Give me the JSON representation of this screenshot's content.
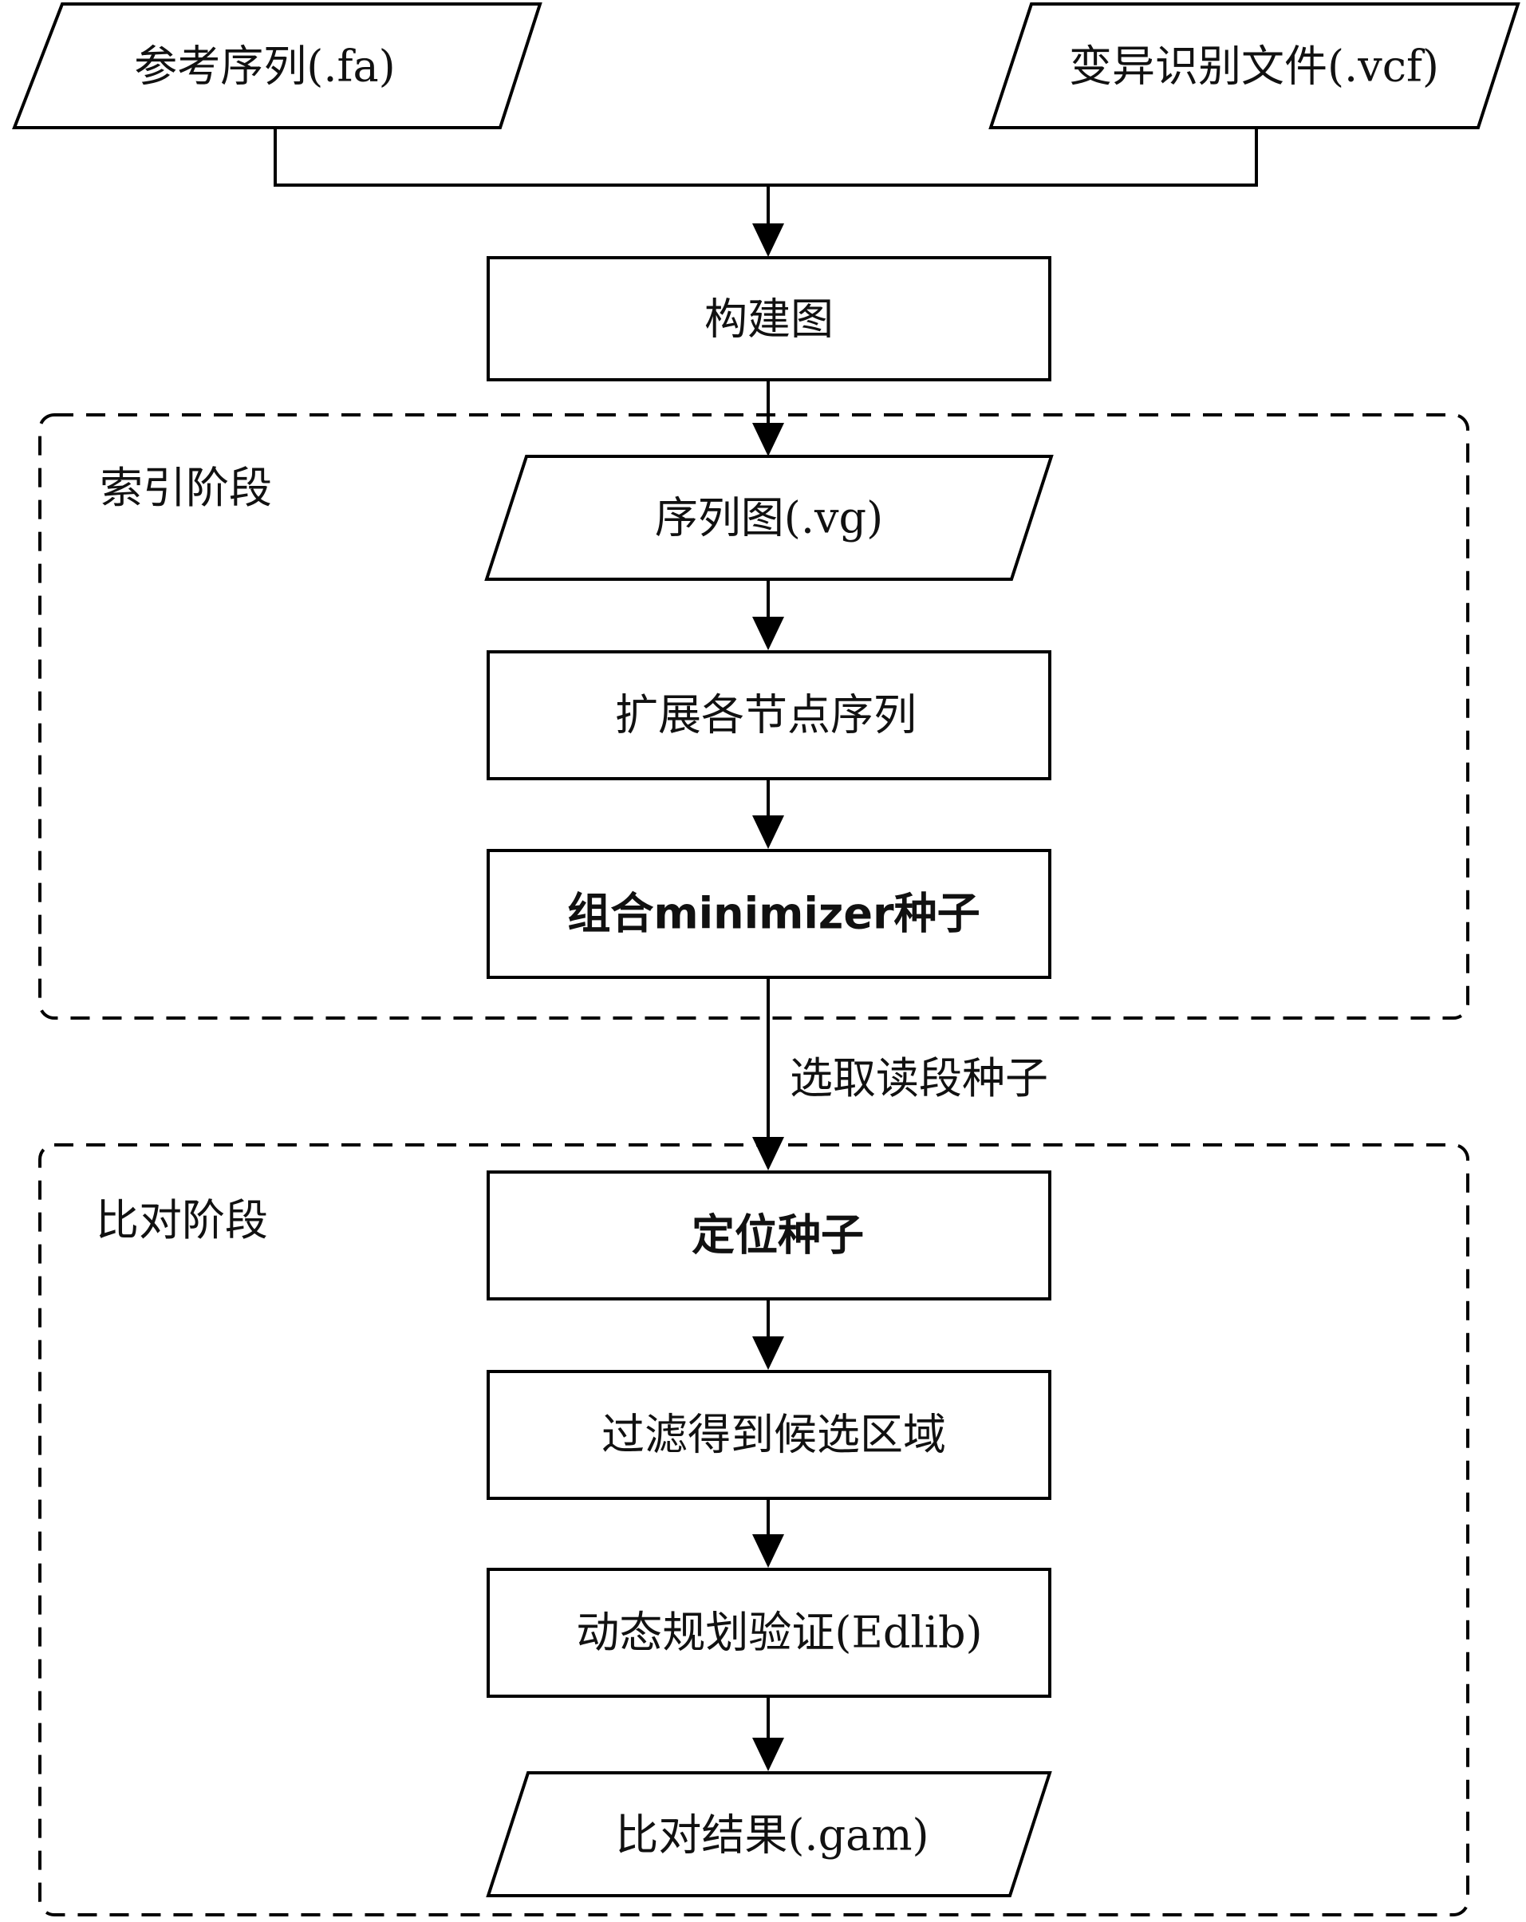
{
  "diagram": {
    "nodes": {
      "ref_seq": {
        "label": "参考序列(.fa)",
        "shape": "parallelogram"
      },
      "vcf_file": {
        "label": "变异识别文件(.vcf)",
        "shape": "parallelogram"
      },
      "build_graph": {
        "label": "构建图",
        "shape": "rectangle"
      },
      "seq_graph": {
        "label": "序列图(.vg)",
        "shape": "parallelogram"
      },
      "extend_nodes": {
        "label": "扩展各节点序列",
        "shape": "rectangle"
      },
      "combine_minimizer": {
        "label": "组合minimizer种子",
        "shape": "rectangle",
        "bold": true
      },
      "locate_seeds": {
        "label": "定位种子",
        "shape": "rectangle",
        "bold": true
      },
      "filter_candidates": {
        "label": "过滤得到候选区域",
        "shape": "rectangle"
      },
      "dp_verify": {
        "label": "动态规划验证(Edlib)",
        "shape": "rectangle"
      },
      "align_result": {
        "label": "比对结果(.gam)",
        "shape": "parallelogram"
      }
    },
    "regions": {
      "index_phase": {
        "label": "索引阶段"
      },
      "align_phase": {
        "label": "比对阶段"
      }
    },
    "edges": [
      {
        "from": "ref_seq",
        "to": "build_graph"
      },
      {
        "from": "vcf_file",
        "to": "build_graph"
      },
      {
        "from": "build_graph",
        "to": "seq_graph"
      },
      {
        "from": "seq_graph",
        "to": "extend_nodes"
      },
      {
        "from": "extend_nodes",
        "to": "combine_minimizer"
      },
      {
        "from": "combine_minimizer",
        "to": "locate_seeds",
        "label": "选取读段种子"
      },
      {
        "from": "locate_seeds",
        "to": "filter_candidates"
      },
      {
        "from": "filter_candidates",
        "to": "dp_verify"
      },
      {
        "from": "dp_verify",
        "to": "align_result"
      }
    ]
  }
}
